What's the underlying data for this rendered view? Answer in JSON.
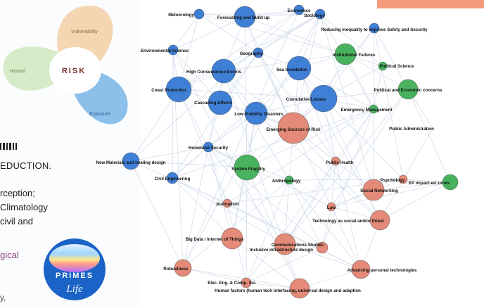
{
  "venn": {
    "center": "RISK",
    "petals": [
      "Vulnerability",
      "Hazard",
      "Exposure"
    ],
    "colors": {
      "top": "#f2cfa6",
      "left": "#cfe7bd",
      "right": "#7fb8e8",
      "center": "#ffffff",
      "center_text": "#7a2b2b"
    }
  },
  "left_text": {
    "line1": "EDUCTION.",
    "line2": "rception;",
    "line3": "Climatology",
    "line4": "civil and",
    "line5": "gical",
    "line6": "y,"
  },
  "logo": {
    "top": "PRIMES",
    "bottom": "Life"
  },
  "colors": {
    "blue": "#3f7fd6",
    "green": "#49b25e",
    "red": "#e38a78",
    "edge": "#c7d3e6",
    "orange_bar": "#f29a7a"
  },
  "nodes": [
    {
      "label": "Meteorology",
      "color": "blue",
      "r": 7
    },
    {
      "label": "Forecasting and Build up",
      "color": "blue",
      "r": 15
    },
    {
      "label": "Economics",
      "color": "blue",
      "r": 7
    },
    {
      "label": "Sociology",
      "color": "blue",
      "r": 7
    },
    {
      "label": "Reducing inequality to improve Safety and Security",
      "color": "blue",
      "r": 7
    },
    {
      "label": "Environmental Science",
      "color": "blue",
      "r": 7
    },
    {
      "label": "Geography",
      "color": "blue",
      "r": 7
    },
    {
      "label": "Institutional Failures",
      "color": "green",
      "r": 15
    },
    {
      "label": "Political Science",
      "color": "green",
      "r": 6
    },
    {
      "label": "High Consequence Events",
      "color": "blue",
      "r": 17
    },
    {
      "label": "Sea Inundation",
      "color": "blue",
      "r": 17
    },
    {
      "label": "Coast Protection",
      "color": "blue",
      "r": 18
    },
    {
      "label": "Cascading Effects",
      "color": "blue",
      "r": 17
    },
    {
      "label": "Cumulative Losses",
      "color": "blue",
      "r": 19
    },
    {
      "label": "Political and Economic concerns",
      "color": "green",
      "r": 14
    },
    {
      "label": "Emergency Management",
      "color": "green",
      "r": 6
    },
    {
      "label": "Low-Visibility Disasters",
      "color": "blue",
      "r": 16
    },
    {
      "label": "Emerging Sources of Risk",
      "color": "red",
      "r": 22
    },
    {
      "label": "Public Administration",
      "color": "blue",
      "r": 0
    },
    {
      "label": "Homeland Security",
      "color": "blue",
      "r": 7
    },
    {
      "label": "New Materials and healing design",
      "color": "blue",
      "r": 12
    },
    {
      "label": "System Fragility",
      "color": "green",
      "r": 18
    },
    {
      "label": "Public Health",
      "color": "red",
      "r": 6
    },
    {
      "label": "Civil Engineering",
      "color": "blue",
      "r": 8
    },
    {
      "label": "Anthropology",
      "color": "green",
      "r": 6
    },
    {
      "label": "Psychology",
      "color": "red",
      "r": 6
    },
    {
      "label": "EP impact-ed zones",
      "color": "green",
      "r": 11
    },
    {
      "label": "Social Networking",
      "color": "red",
      "r": 15
    },
    {
      "label": "Journalism",
      "color": "red",
      "r": 6
    },
    {
      "label": "Law",
      "color": "red",
      "r": 6
    },
    {
      "label": "Technology as social and/or threat",
      "color": "red",
      "r": 14
    },
    {
      "label": "Big Data / Internet of Things",
      "color": "red",
      "r": 15
    },
    {
      "label": "Communications Studies",
      "color": "red",
      "r": 15
    },
    {
      "label": "Inclusive infrastructure design",
      "color": "red",
      "r": 8
    },
    {
      "label": "Robustness",
      "color": "red",
      "r": 12
    },
    {
      "label": "Advancing personal technologies",
      "color": "red",
      "r": 13
    },
    {
      "label": "Elec. Eng. & Comp. Sci.",
      "color": "red",
      "r": 7
    },
    {
      "label": "Human factors (human tech interfacing, universal design and adaption",
      "color": "red",
      "r": 14
    }
  ]
}
